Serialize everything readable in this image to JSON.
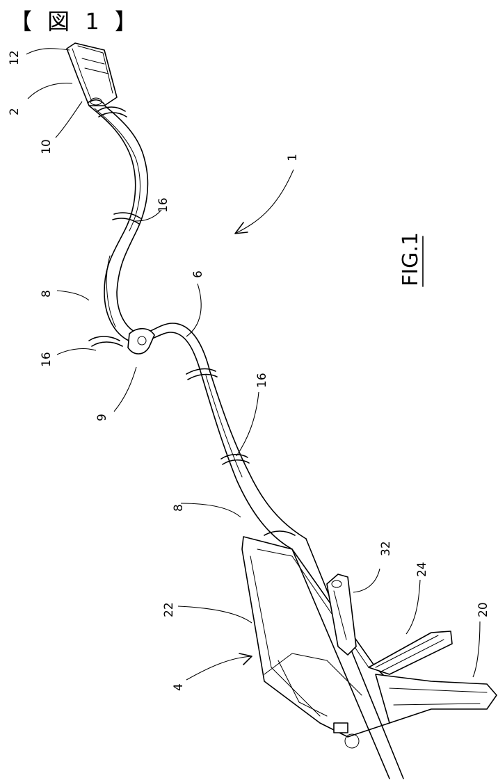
{
  "header": {
    "title": "【 図 1 】"
  },
  "figure": {
    "caption": "FIG.1",
    "labels": {
      "l12": "12",
      "l2": "2",
      "l10": "10",
      "l1": "1",
      "l16a": "16",
      "l8a": "8",
      "l6": "6",
      "l16b": "16",
      "l9": "9",
      "l16c": "16",
      "l8b": "8",
      "l32": "32",
      "l24": "24",
      "l22": "22",
      "l20": "20",
      "l4": "4"
    }
  }
}
